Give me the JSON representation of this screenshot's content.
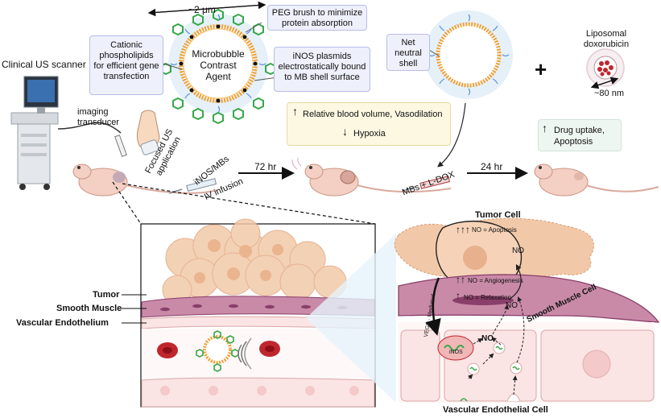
{
  "top": {
    "size_um": "~2 μm",
    "peg_brush": "PEG brush to minimize protein absorption",
    "cationic": "Cationic phospholipids for efficient gene transfection",
    "mb_agent": "Microbubble Contrast Agent",
    "inos_plasmids": "iNOS plasmids electrostatically bound to MB shell surface",
    "net_neutral": "Net neutral shell",
    "liposomal": "Liposomal doxorubicin",
    "nm80": "~80 nm",
    "plus": "+",
    "scanner": "Clinical US scanner",
    "transducer": "imaging transducer",
    "focused": "Focused US application",
    "inos_mbs": "iNOS/MBs",
    "iv": "IV infusion",
    "hr72": "72 hr",
    "hr24": "24 hr",
    "mbs_ldox": "MBs + L-DOX",
    "blood_volume": "Relative blood volume, Vasodilation",
    "hypoxia": "Hypoxia",
    "drug_uptake": "Drug uptake,",
    "apoptosis": "Apoptosis",
    "arrow_up": "↑",
    "arrow_down": "↓"
  },
  "left_panel": {
    "tumor": "Tumor",
    "smooth_muscle": "Smooth Muscle",
    "vascular_endothelium": "Vascular Endothelium"
  },
  "right_panel": {
    "tumor_cell": "Tumor Cell",
    "no_apoptosis": "NO = Apoptosis",
    "no_angiogenesis": "NO = Angiogenesis",
    "no_relaxation": "NO = Relaxation",
    "triple_up": "↑↑↑",
    "double_up": "↑↑",
    "single_up": "↑",
    "no1": "NO",
    "no2": "NO",
    "no3": "NO",
    "vegf": "VEGF - Mediated",
    "smooth_muscle_cell": "Smooth Muscle Cell",
    "inos": "iNOS",
    "vascular_endothelial_cell": "Vascular Endothelial Cell"
  },
  "colors": {
    "tumor": "#f2c9a8",
    "muscle": "#c98aa8",
    "muscle_dark": "#8a3f6a",
    "endo": "#fbe4e4",
    "rbc": "#c0262d",
    "shell": "#f0a23a",
    "plasmid": "#36a84a",
    "pale_blue": "#e6f2fb"
  }
}
